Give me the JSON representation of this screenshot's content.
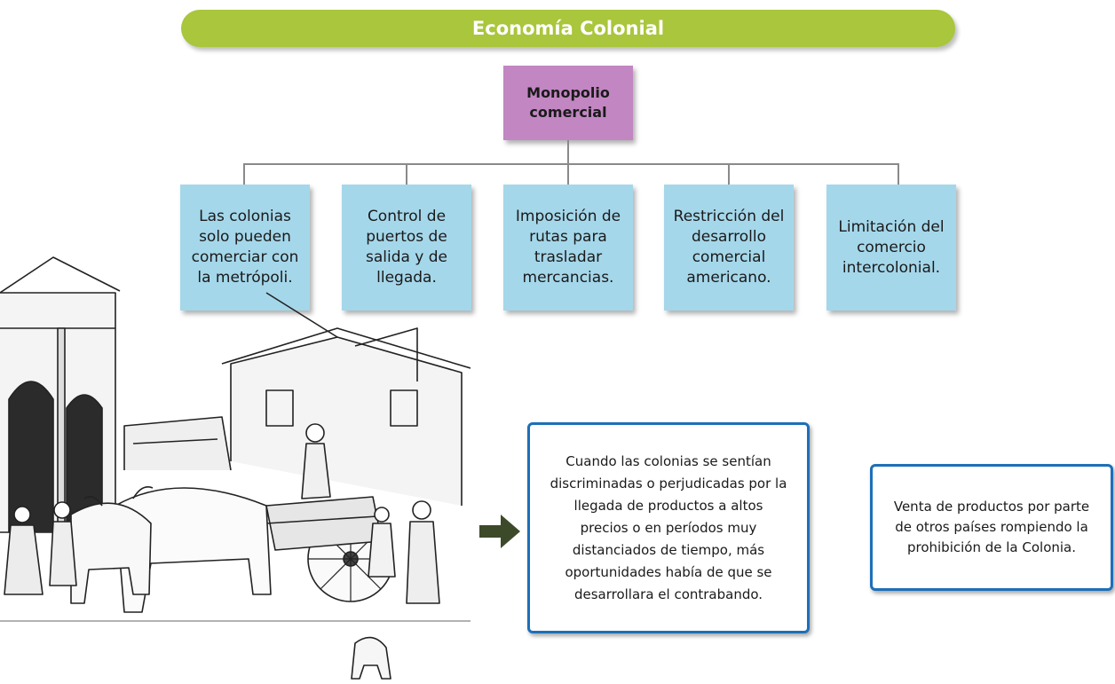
{
  "title": "Economía Colonial",
  "root": {
    "label": "Monopolio comercial",
    "color": "#c286c2"
  },
  "children": [
    {
      "label": "Las colonias solo pueden comerciar con la metrópoli."
    },
    {
      "label": "Control de puertos de salida y de llegada."
    },
    {
      "label": "Imposición de rutas para trasladar mercancias."
    },
    {
      "label": "Restricción del desarrollo comercial americano."
    },
    {
      "label": "Limitación del comercio intercolonial."
    }
  ],
  "notes": {
    "cause": "Cuando las colonias se sentían discriminadas o perjudicadas por la llegada de productos a altos precios o en períodos muy distanciados de tiempo, más oportunidades había de que se desarrollara el contrabando.",
    "definition": "Venta de productos por parte de otros países rompiendo la prohibición de la Colonia."
  },
  "illustration": {
    "icon": "colonial-market-ox-cart-illustration"
  },
  "colors": {
    "title_bar": "#a9c63c",
    "child_box": "#a5d7ea",
    "note_border": "#1d6fb8",
    "arrow": "#3d4a2a",
    "connector": "#8a8a8a"
  }
}
